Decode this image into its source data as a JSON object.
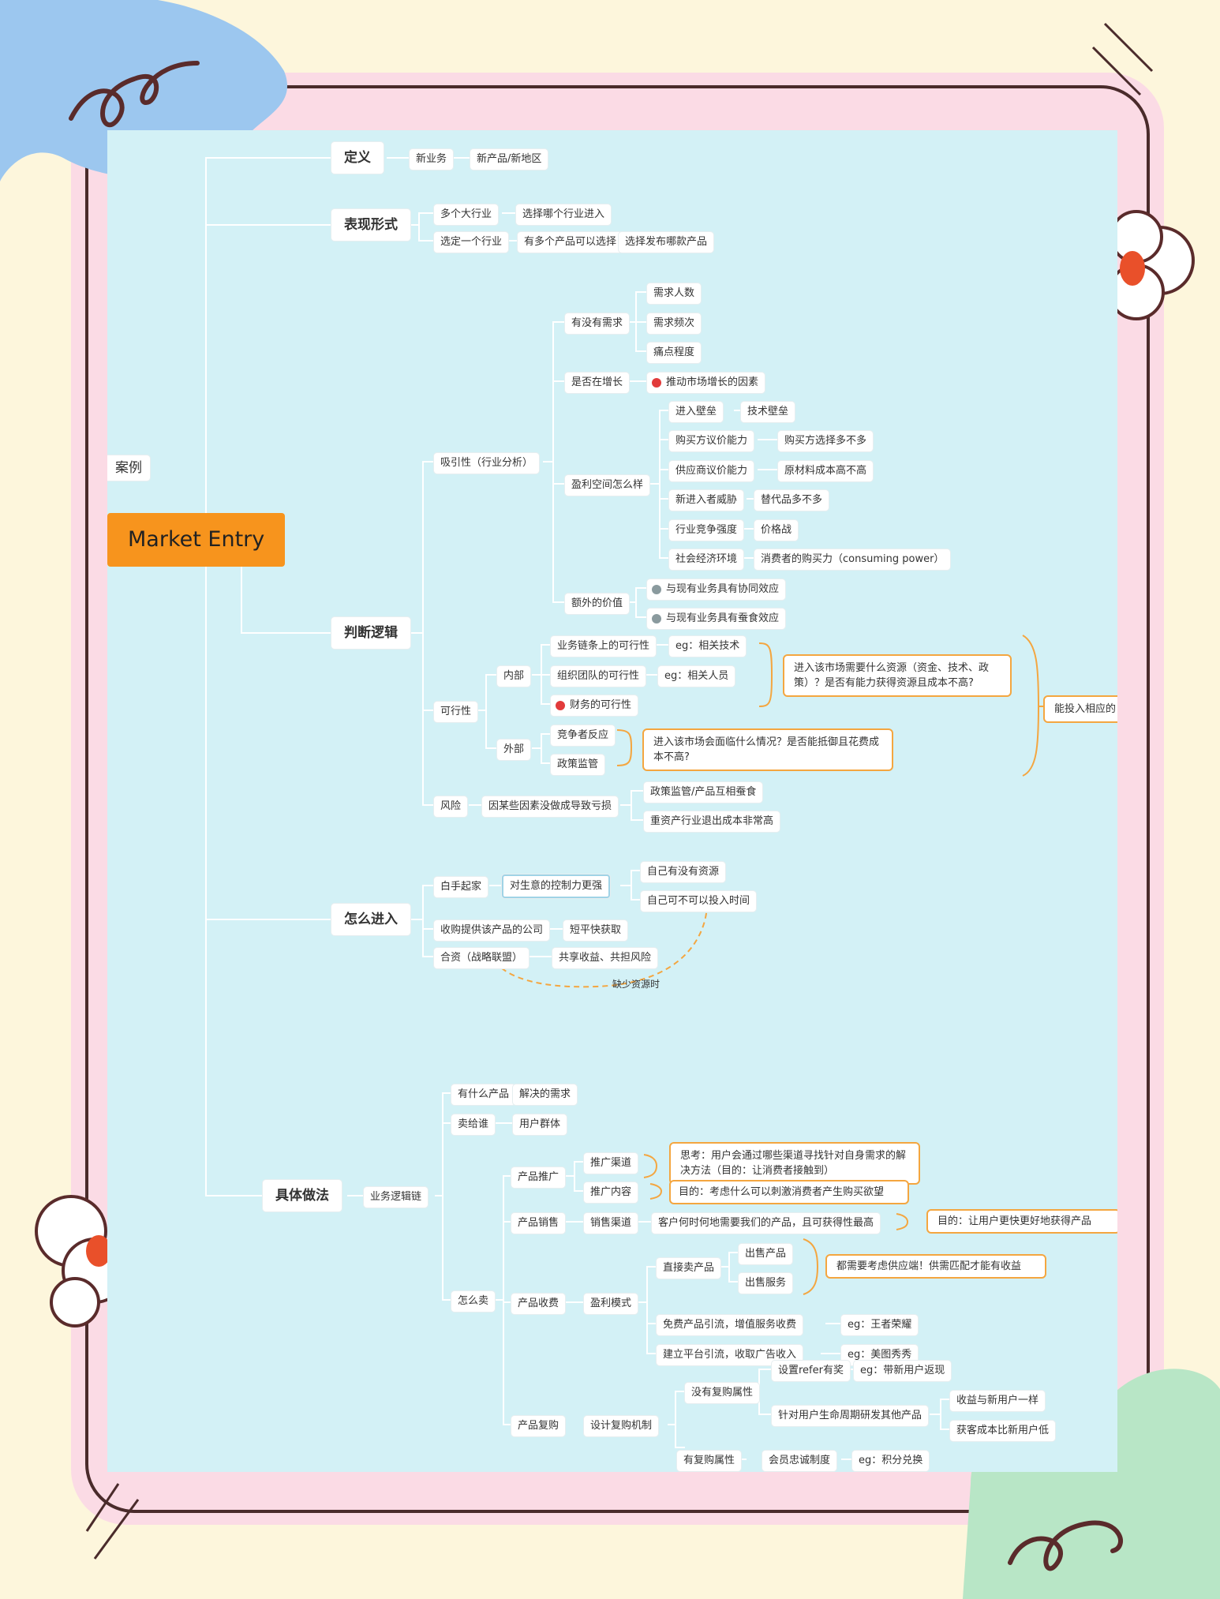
{
  "root": {
    "label": "Market Entry"
  },
  "side_node": "案例",
  "definition": {
    "label": "定义",
    "items": [
      "新业务",
      "新产品/新地区"
    ]
  },
  "forms": {
    "label": "表现形式",
    "a": "多个大行业",
    "a_to": "选择哪个行业进入",
    "b": "选定一个行业",
    "b_to": "有多个产品可以选择",
    "b_to2": "选择发布哪款产品"
  },
  "logic": {
    "label": "判断逻辑",
    "attract": {
      "label": "吸引性（行业分析）",
      "demand": {
        "label": "有没有需求",
        "items": [
          "需求人数",
          "需求频次",
          "痛点程度"
        ]
      },
      "growth": {
        "label": "是否在增长",
        "item": "推动市场增长的因素"
      },
      "profit": {
        "label": "盈利空间怎么样",
        "items": [
          {
            "k": "进入壁垒",
            "v": "技术壁垒"
          },
          {
            "k": "购买方议价能力",
            "v": "购买方选择多不多"
          },
          {
            "k": "供应商议价能力",
            "v": "原材料成本高不高"
          },
          {
            "k": "新进入者威胁",
            "v": "替代品多不多"
          },
          {
            "k": "行业竞争强度",
            "v": "价格战"
          },
          {
            "k": "社会经济环境",
            "v": "消费者的购买力（consuming power）"
          }
        ]
      },
      "extra": {
        "label": "额外的价值",
        "items": [
          "与现有业务具有协同效应",
          "与现有业务具有蚕食效应"
        ]
      }
    },
    "feasible": {
      "label": "可行性",
      "inner": {
        "label": "内部",
        "items": [
          {
            "k": "业务链条上的可行性",
            "v": "eg：相关技术"
          },
          {
            "k": "组织团队的可行性",
            "v": "eg：相关人员"
          },
          {
            "k": "财务的可行性",
            "v": ""
          }
        ],
        "note": "进入该市场需要什么资源（资金、技术、政策）？是否有能力获得资源且成本不高?"
      },
      "outer": {
        "label": "外部",
        "items": [
          "竞争者反应",
          "政策监管"
        ],
        "note": "进入该市场会面临什么情况？是否能抵御且花费成本不高?"
      },
      "summary": "能投入相应的"
    },
    "risk": {
      "label": "风险",
      "item": "因某些因素没做成导致亏损",
      "items": [
        "政策监管/产品互相蚕食",
        "重资产行业退出成本非常高"
      ]
    }
  },
  "enter": {
    "label": "怎么进入",
    "scratch": {
      "label": "白手起家",
      "mid": "对生意的控制力更强",
      "items": [
        "自己有没有资源",
        "自己可不可以投入时间"
      ]
    },
    "acquire": {
      "label": "收购提供该产品的公司",
      "item": "短平快获取"
    },
    "jv": {
      "label": "合资（战略联盟）",
      "item": "共享收益、共担风险"
    },
    "arrow": "缺少资源时"
  },
  "practice": {
    "label": "具体做法",
    "chain": "业务逻辑链",
    "what": {
      "label": "有什么产品",
      "item": "解决的需求"
    },
    "who": {
      "label": "卖给谁",
      "item": "用户群体"
    },
    "how": {
      "label": "怎么卖",
      "promo": {
        "label": "产品推广",
        "items": [
          "推广渠道",
          "推广内容"
        ],
        "note1": "思考：用户会通过哪些渠道寻找针对自身需求的解决方法（目的：让消费者接触到）",
        "note2": "目的：考虑什么可以刺激消费者产生购买欲望"
      },
      "sales": {
        "label": "产品销售",
        "item": "销售渠道",
        "item2": "客户何时何地需要我们的产品，且可获得性最高",
        "note": "目的：让用户更快更好地获得产品"
      },
      "charge": {
        "label": "产品收费",
        "model": "盈利模式",
        "direct": "直接卖产品",
        "direct_items": [
          "出售产品",
          "出售服务"
        ],
        "note": "都需要考虑供应端！供需匹配才能有收益",
        "free": "免费产品引流，增值服务收费",
        "free_eg": "eg：王者荣耀",
        "platform": "建立平台引流，收取广告收入",
        "platform_eg": "eg：美图秀秀"
      },
      "repeat": {
        "label": "产品复购",
        "design": "设计复购机制",
        "no": "没有复购属性",
        "no_a": "设置refer有奖",
        "no_a_eg": "eg：带新用户返现",
        "no_b": "针对用户生命周期研发其他产品",
        "no_b_items": [
          "收益与新用户一样",
          "获客成本比新用户低"
        ],
        "yes": "有复购属性",
        "yes_a": "会员忠诚制度",
        "yes_a_eg": "eg：积分兑换"
      }
    }
  },
  "colors": {
    "panel": "#d3f1f6",
    "accent": "#f7941d",
    "callout": "#f4a640",
    "frame": "#f8c9d8"
  }
}
